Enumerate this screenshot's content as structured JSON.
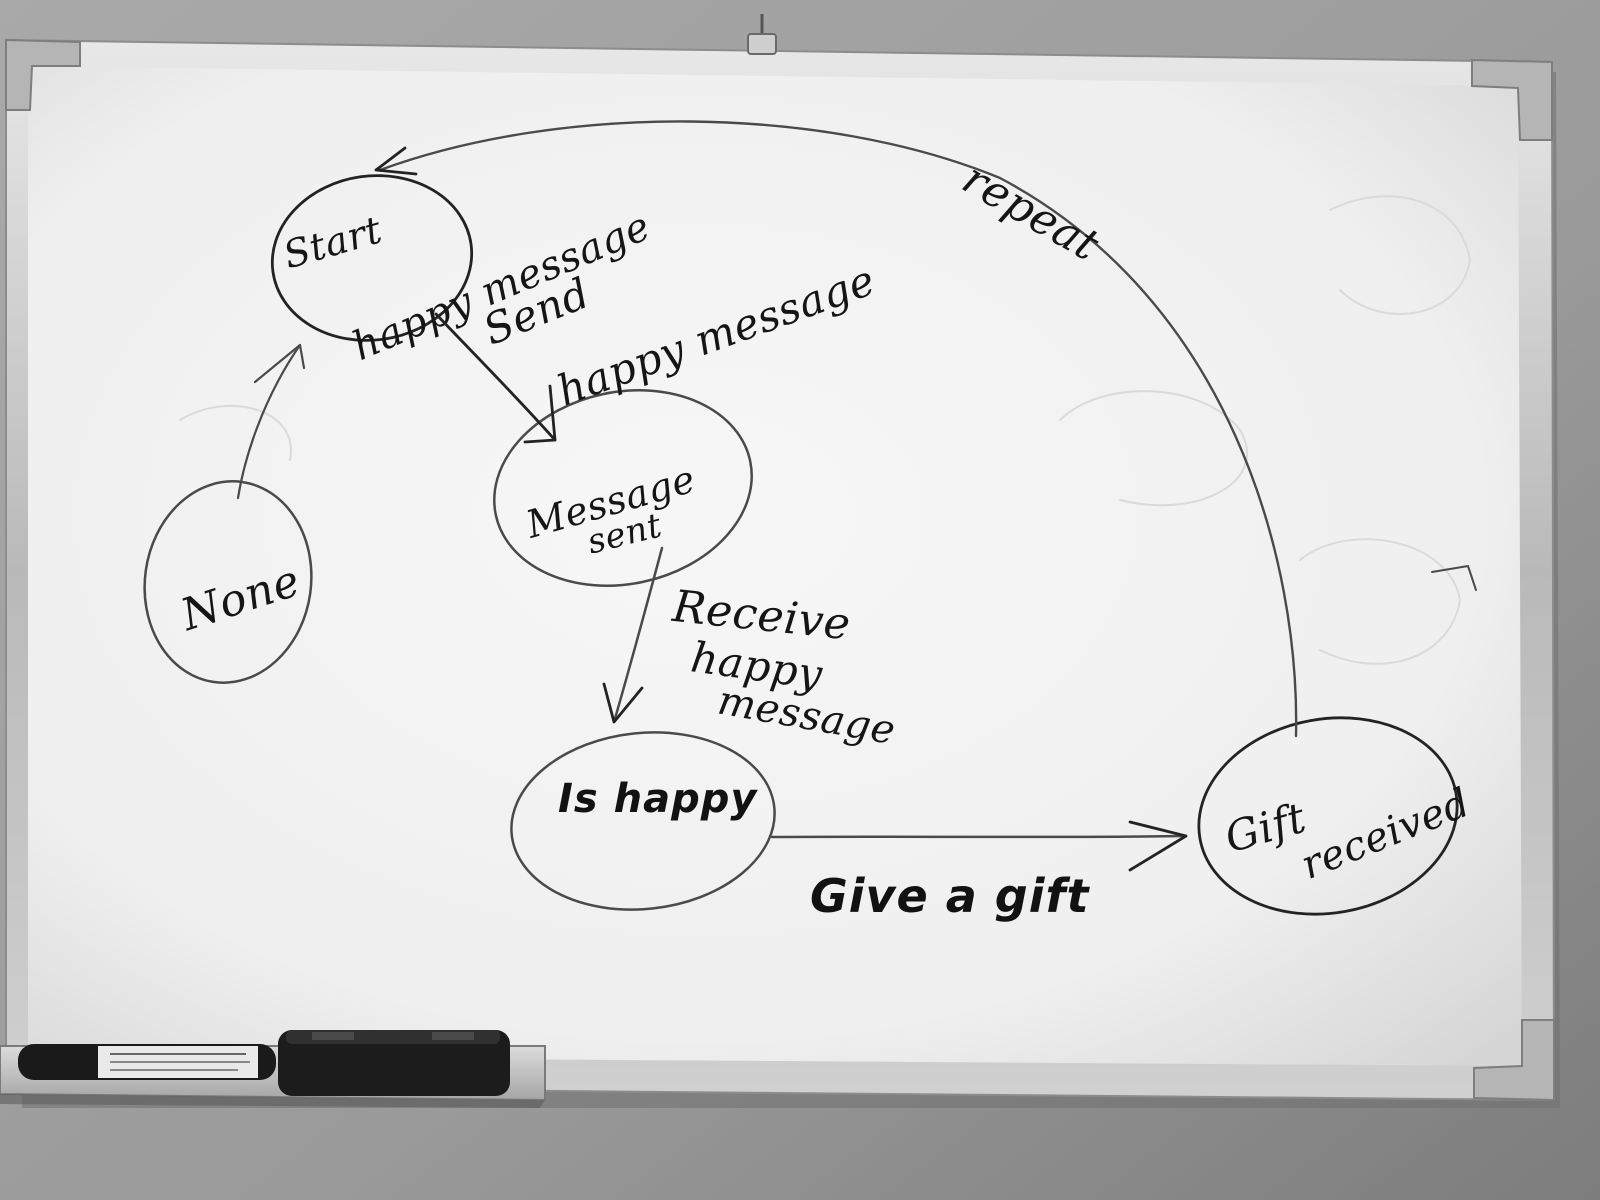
{
  "states": {
    "none": "None",
    "start_line1": "Start",
    "start_line2": "happy message",
    "message_sent_line1": "Message",
    "message_sent_line2": "sent",
    "is_happy": "Is happy",
    "gift_received_line1": "Gift",
    "gift_received_line2": "received"
  },
  "transitions": {
    "send_line1": "Send",
    "send_line2": "happy message",
    "receive_line1": "Receive",
    "receive_line2": "happy",
    "receive_line3": "message",
    "give_gift": "Give a gift",
    "repeat": "repeat"
  }
}
